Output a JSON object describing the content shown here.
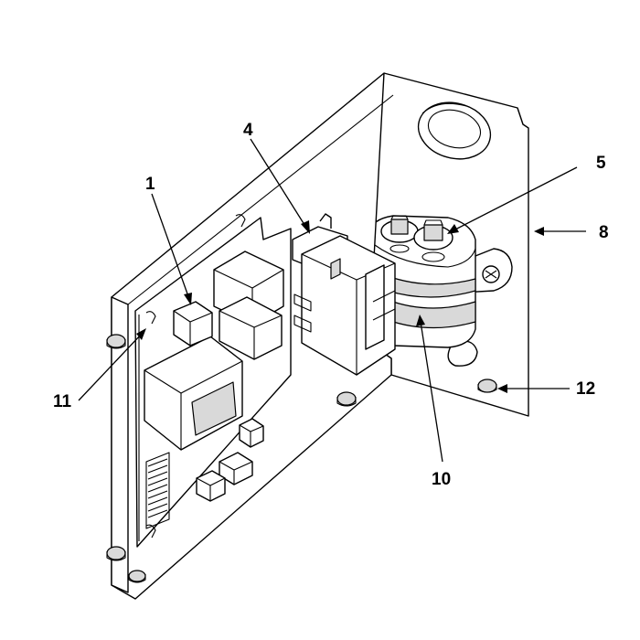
{
  "callouts": {
    "c1": "1",
    "c4": "4",
    "c5": "5",
    "c8": "8",
    "c10": "10",
    "c11": "11",
    "c12": "12"
  },
  "colors": {
    "line": "#000000",
    "background": "#ffffff",
    "shade": "#d9d9d9"
  }
}
